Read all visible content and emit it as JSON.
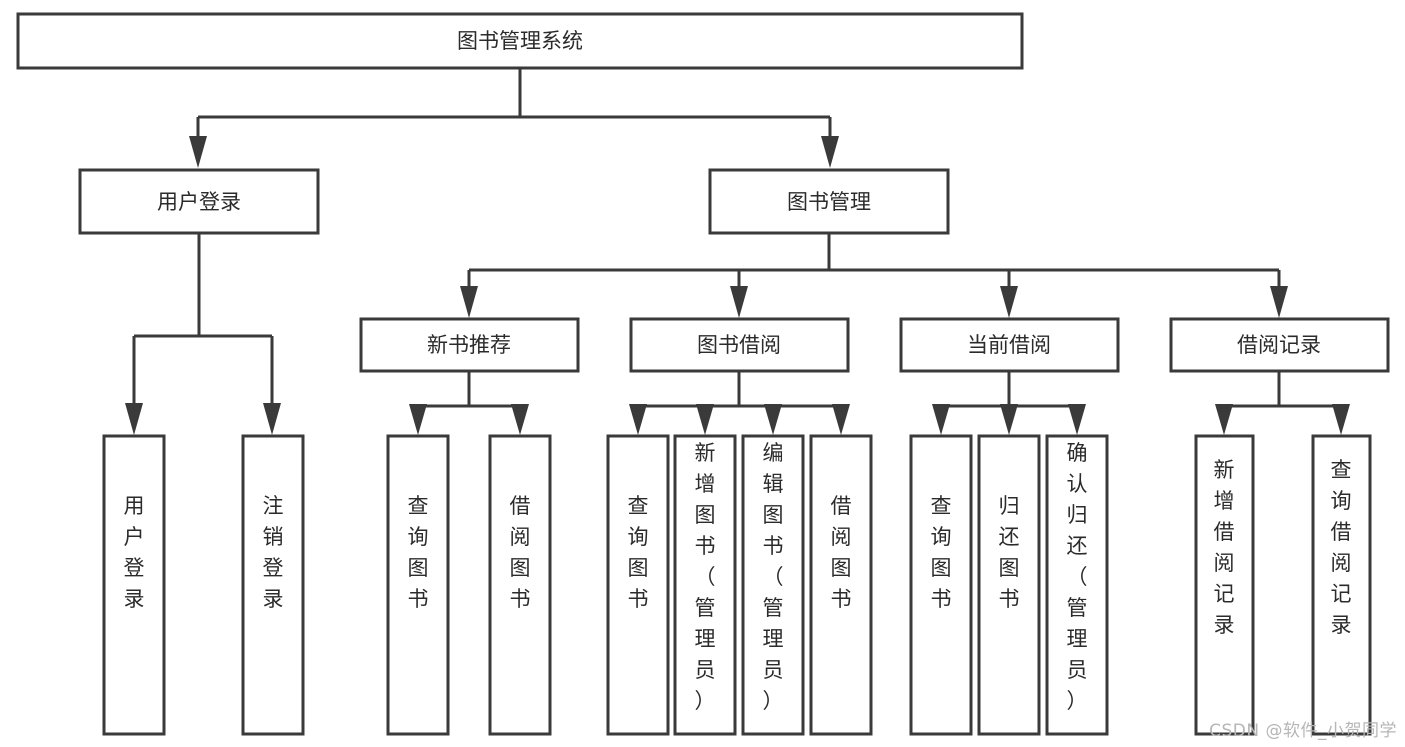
{
  "diagram": {
    "type": "tree",
    "title": "图书管理系统",
    "root": {
      "id": "root",
      "label": "图书管理系统"
    },
    "level2": [
      {
        "id": "user-login",
        "label": "用户登录"
      },
      {
        "id": "book-management",
        "label": "图书管理"
      }
    ],
    "level3": [
      {
        "id": "new-book-recommend",
        "label": "新书推荐",
        "parent": "book-management"
      },
      {
        "id": "book-borrow",
        "label": "图书借阅",
        "parent": "book-management"
      },
      {
        "id": "current-borrow",
        "label": "当前借阅",
        "parent": "book-management"
      },
      {
        "id": "borrow-record",
        "label": "借阅记录",
        "parent": "book-management"
      }
    ],
    "leaves": [
      {
        "id": "leaf-user-login",
        "label": "用户登录",
        "parent": "user-login"
      },
      {
        "id": "leaf-logout-login",
        "label": "注销登录",
        "parent": "user-login"
      },
      {
        "id": "leaf-query-book-1",
        "label": "查询图书",
        "parent": "new-book-recommend"
      },
      {
        "id": "leaf-borrow-book-1",
        "label": "借阅图书",
        "parent": "new-book-recommend"
      },
      {
        "id": "leaf-query-book-2",
        "label": "查询图书",
        "parent": "book-borrow"
      },
      {
        "id": "leaf-add-book",
        "label": "新增图书（管理员）",
        "parent": "book-borrow"
      },
      {
        "id": "leaf-edit-book",
        "label": "编辑图书（管理员）",
        "parent": "book-borrow"
      },
      {
        "id": "leaf-borrow-book-2",
        "label": "借阅图书",
        "parent": "book-borrow"
      },
      {
        "id": "leaf-query-book-3",
        "label": "查询图书",
        "parent": "current-borrow"
      },
      {
        "id": "leaf-return-book",
        "label": "归还图书",
        "parent": "current-borrow"
      },
      {
        "id": "leaf-confirm-return",
        "label": "确认归还（管理员）",
        "parent": "current-borrow"
      },
      {
        "id": "leaf-add-borrow-record",
        "label": "新增借阅记录",
        "parent": "borrow-record"
      },
      {
        "id": "leaf-query-borrow-record",
        "label": "查询借阅记录",
        "parent": "borrow-record"
      }
    ],
    "colors": {
      "box_stroke": "#3a3a3a",
      "box_fill": "#ffffff",
      "text": "#2b2b2b",
      "background": "#ffffff",
      "watermark": "#b6b6b6"
    }
  },
  "watermark": {
    "text": "CSDN @软件_小贺同学"
  }
}
